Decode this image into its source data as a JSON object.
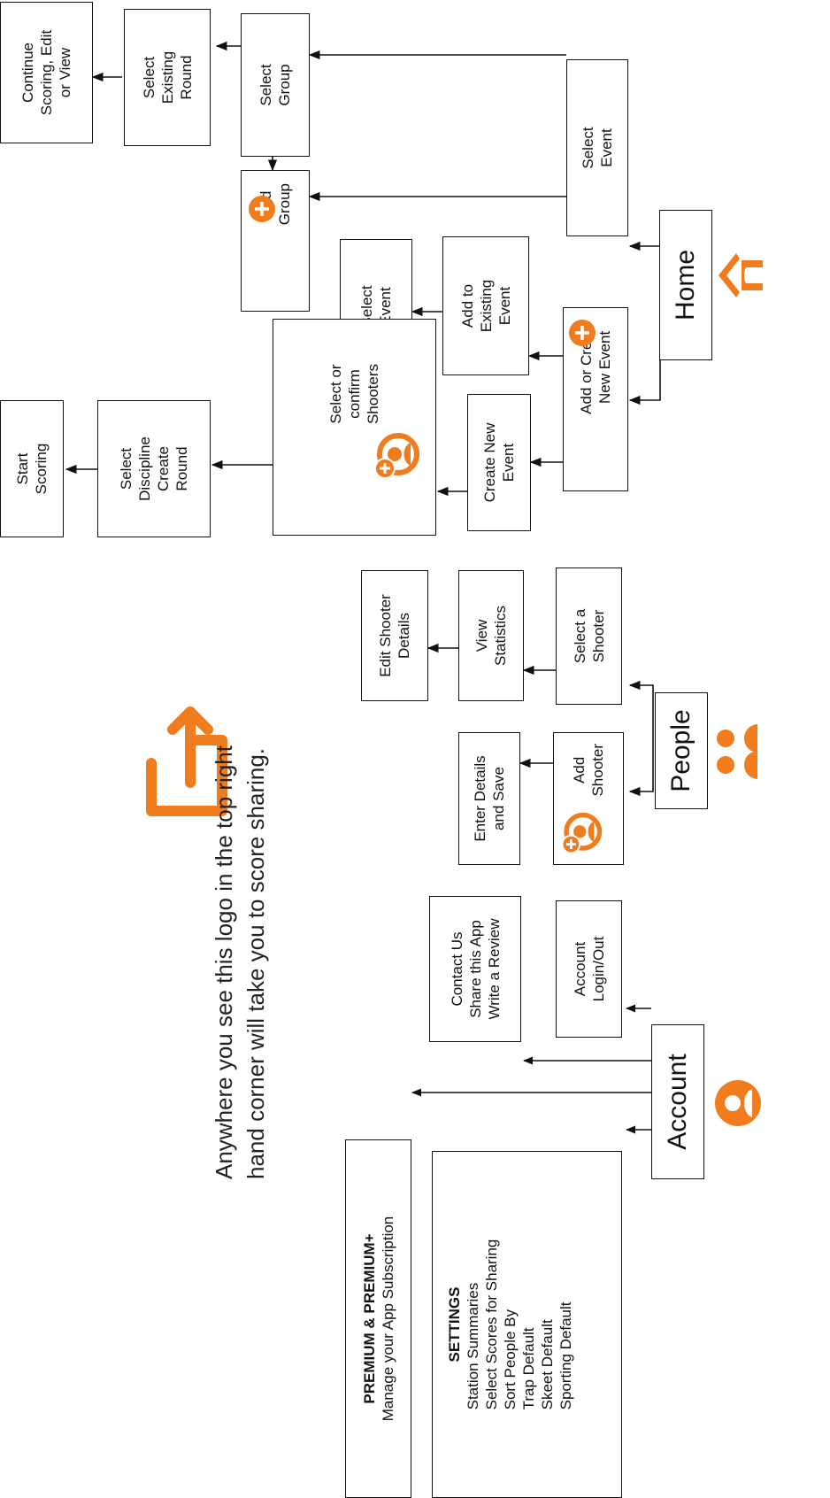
{
  "colors": {
    "accent": "#f07c1e",
    "line": "#111111",
    "text": "#111111"
  },
  "icons": {
    "home": "home-icon",
    "people": "people-icon",
    "account": "account-icon",
    "plus": "plus-circle-icon",
    "add_shooter": "add-shooter-icon",
    "share": "share-icon"
  },
  "home": {
    "title": "Home",
    "select_event": "Select\nEvent",
    "select_group": "Select\nGroup",
    "select_existing_round": "Select\nExisting\nRound",
    "continue_scoring": "Continue\nScoring, Edit\nor View",
    "add_group": "Add\nGroup",
    "add_create_event": "Add or Create\nNew Event",
    "add_existing_event": "Add to\nExisting\nEvent",
    "select_event_2": "Select\nEvent",
    "create_new_event": "Create New\nEvent",
    "select_shooters": "Select or\nconfirm\nShooters",
    "select_discipline": "Select\nDiscipline\nCreate\nRound",
    "start_scoring": "Start\nScoring"
  },
  "people": {
    "title": "People",
    "select_shooter": "Select a\nShooter",
    "view_statistics": "View\nStatistics",
    "edit_shooter": "Edit  Shooter\nDetails",
    "add_shooter": "Add\nShooter",
    "enter_details": "Enter Details\nand Save"
  },
  "account": {
    "title": "Account",
    "login": "Account\nLogin/Out",
    "contact": "Contact Us\nShare this App\nWrite a Review",
    "settings_title": "SETTINGS",
    "settings_items": "Station Summaries\nSelect Scores for Sharing\nSort People By\nTrap Default\nSkeet Default\nSporting Default",
    "premium_title": "PREMIUM & PREMIUM+",
    "premium_sub": "Manage your App Subscription"
  },
  "note": {
    "line1": "Anywhere you see this logo in the top right",
    "line2": "hand corner will take you to score sharing."
  }
}
